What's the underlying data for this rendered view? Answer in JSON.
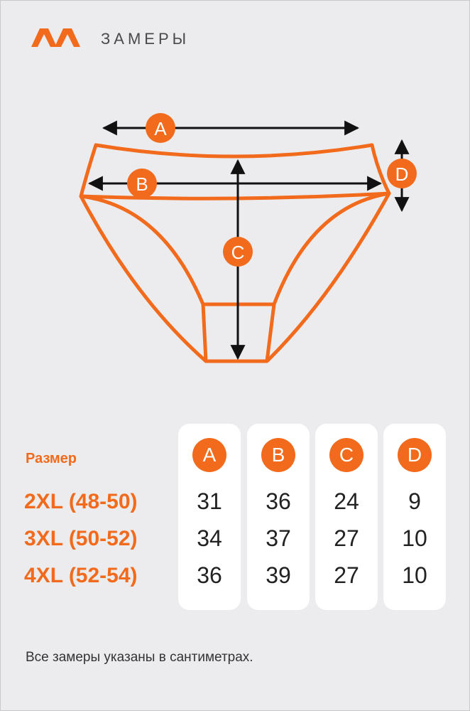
{
  "header": {
    "title": "ЗАМЕРЫ",
    "brand_color": "#f26a1b"
  },
  "diagram": {
    "labels": [
      "A",
      "B",
      "C",
      "D"
    ],
    "stroke_color": "#f26a1b",
    "arrow_color": "#111111"
  },
  "table": {
    "size_header": "Размер",
    "columns": [
      "A",
      "B",
      "C",
      "D"
    ],
    "rows": [
      {
        "size": "2XL (48-50)",
        "values": [
          "31",
          "36",
          "24",
          "9"
        ]
      },
      {
        "size": "3XL (50-52)",
        "values": [
          "34",
          "37",
          "27",
          "10"
        ]
      },
      {
        "size": "4XL (52-54)",
        "values": [
          "36",
          "39",
          "27",
          "10"
        ]
      }
    ]
  },
  "footnote": "Все замеры указаны в сантиметрах."
}
